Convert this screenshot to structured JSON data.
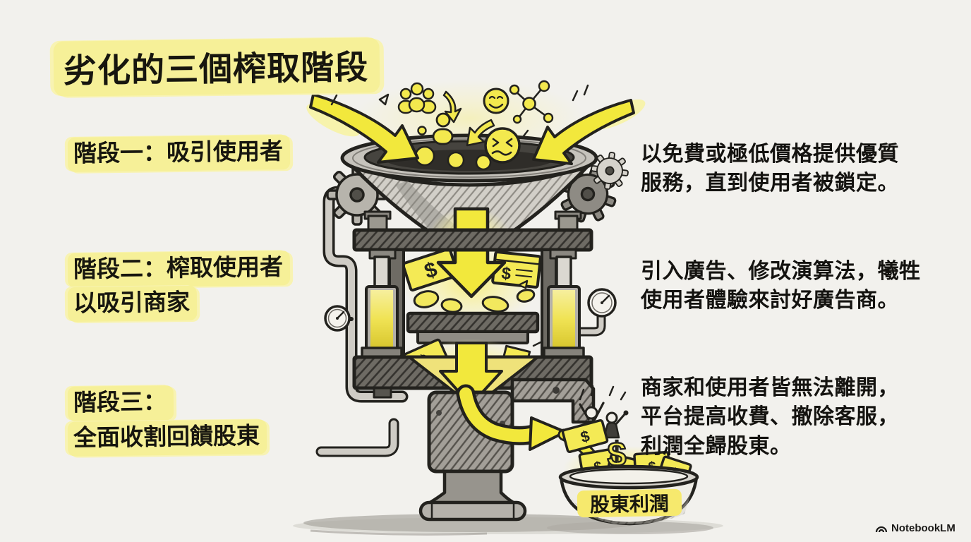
{
  "title": "劣化的三個榨取階段",
  "stages": [
    {
      "id": "stage-1",
      "label_lines": [
        "階段一：吸引使用者"
      ],
      "desc_lines": [
        "以免費或極低價格提供優質",
        "服務，直到使用者被鎖定。"
      ]
    },
    {
      "id": "stage-2",
      "label_lines": [
        "階段二：榨取使用者",
        "以吸引商家"
      ],
      "desc_lines": [
        "引入廣告、修改演算法，犧牲",
        "使用者體驗來討好廣告商。"
      ]
    },
    {
      "id": "stage-3",
      "label_lines": [
        "階段三：",
        "全面收割回饋股東"
      ],
      "desc_lines": [
        "商家和使用者皆無法離開，",
        "平台提高收費、撤除客服，",
        "利潤全歸股東。"
      ]
    }
  ],
  "machine": {
    "basin_label": "股東利潤",
    "dollar_sign": "$"
  },
  "watermark": {
    "label": "NotebookLM"
  },
  "colors": {
    "background": "#f2f1ed",
    "highlight_yellow": "#f6f098",
    "arrow_yellow": "#f2e83c",
    "bill_yellow": "#f4ea55",
    "ink": "#23221e"
  },
  "icons": [
    "users-group-icon",
    "user-icon",
    "smiley-icon",
    "squeezed-smiley-icon",
    "network-icon",
    "small-arrow-icon",
    "big-arrow-icon",
    "gear-icon",
    "pressure-gauge-icon",
    "pipe-icon",
    "dollar-bill-icon",
    "dollar-sign-icon",
    "funnel-icon",
    "press-icon",
    "spout-icon",
    "profit-basin-icon",
    "celebrating-shareholders-icon",
    "notebooklm-logo-icon"
  ]
}
